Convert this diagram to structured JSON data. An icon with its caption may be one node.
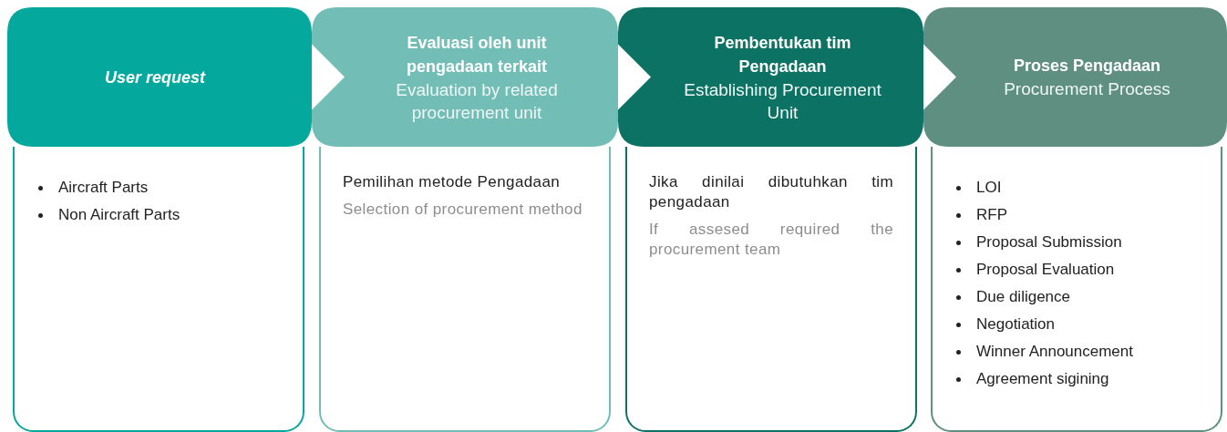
{
  "diagram": {
    "nodes": [
      {
        "text": [
          "User request"
        ]
      },
      {
        "text": [
          "Aircraft Parts",
          "Non Aircraft Parts"
        ]
      },
      {
        "text": [
          "Evaluasi oleh unit pengadaan terkait",
          "Evaluation by related procurement unit"
        ]
      },
      {
        "text": [
          "Pemilihan metode Pengadaan",
          "Selection of procurement method"
        ]
      },
      {
        "text": [
          "Pembentukan tim Pengadaan",
          "Establishing Procurement Unit"
        ]
      },
      {
        "text": [
          "Jika dinilai dibutuhkan tim pengadaan",
          "If assesed required the procurement team"
        ]
      },
      {
        "text": [
          "Proses Pengadaan",
          "Procurement Process"
        ]
      },
      {
        "text": [
          "LOI",
          "RFP",
          "Proposal Submission",
          "Proposal Evaluation",
          "Due diligence",
          "Negotiation",
          "Winner Announcement",
          "Agreement sigining"
        ]
      }
    ],
    "edges": [
      {
        "from": 0,
        "to": 2,
        "arrow": "to"
      },
      {
        "from": 2,
        "to": 4,
        "arrow": "to"
      },
      {
        "from": 4,
        "to": 6,
        "arrow": "to"
      }
    ]
  }
}
